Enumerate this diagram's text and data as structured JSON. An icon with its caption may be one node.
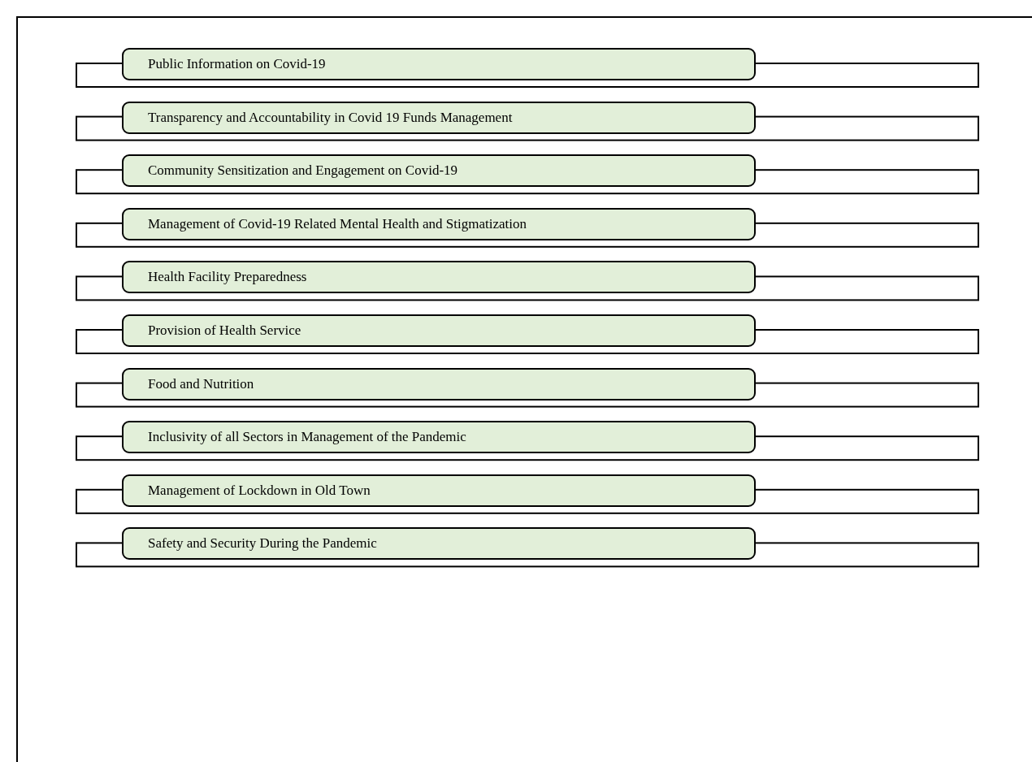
{
  "diagram": {
    "nodes": [
      {
        "text": [
          "Public Information on Covid-19"
        ]
      },
      {
        "text": [
          "Transparency and Accountability in Covid 19 Funds Management"
        ]
      },
      {
        "text": [
          "Community Sensitization and Engagement on Covid-19"
        ]
      },
      {
        "text": [
          "Management of Covid-19 Related Mental Health and Stigmatization"
        ]
      },
      {
        "text": [
          "Health Facility Preparedness"
        ]
      },
      {
        "text": [
          "Provision of Health Service"
        ]
      },
      {
        "text": [
          "Food and Nutrition"
        ]
      },
      {
        "text": [
          "Inclusivity of all Sectors in Management of the Pandemic"
        ]
      },
      {
        "text": [
          "Management of Lockdown in Old Town"
        ]
      },
      {
        "text": [
          "Safety and Security During the Pandemic"
        ]
      }
    ]
  }
}
